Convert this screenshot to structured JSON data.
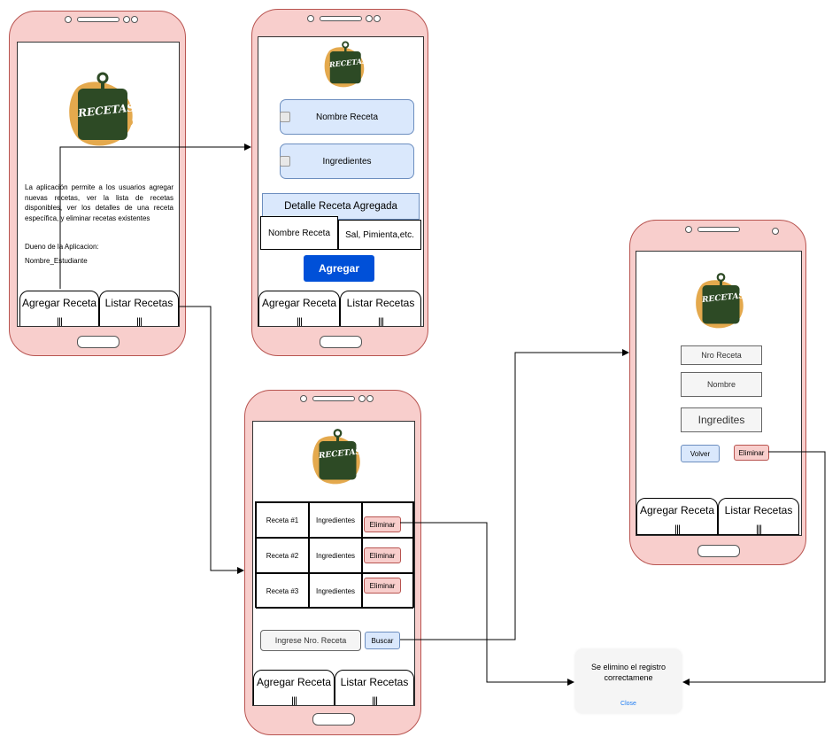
{
  "logo_text": "RECETAS",
  "nav": {
    "add": "Agregar Receta",
    "list": "Listar Recetas",
    "bars": "|||"
  },
  "screen1": {
    "description": "La aplicación permite a los usuarios agregar nuevas recetas, ver la lista de recetas disponibles, ver los detalles de una receta específica, y eliminar recetas existentes",
    "owner_label": "Dueno de la Aplicacion:",
    "owner_name": "Nombre_Estudiante"
  },
  "screen2": {
    "field_name": "Nombre Receta",
    "field_ingredients": "Ingredientes",
    "detail_header": "Detalle Receta Agregada",
    "detail_name": "Nombre Receta",
    "detail_ingredients": "Sal, Pimienta,etc.",
    "add_button": "Agregar"
  },
  "screen3": {
    "rows": [
      {
        "name": "Receta #1",
        "ingredients": "Ingredientes",
        "action": "Eliminar"
      },
      {
        "name": "Receta #2",
        "ingredients": "Ingredientes",
        "action": "Eliminar"
      },
      {
        "name": "Receta #3",
        "ingredients": "Ingredientes",
        "action": "Eliminar"
      }
    ],
    "search_placeholder": "Ingrese Nro. Receta",
    "search_button": "Buscar"
  },
  "screen4": {
    "nro": "Nro Receta",
    "name": "Nombre",
    "ingredients": "Ingredites",
    "back_button": "Volver",
    "delete_button": "Eliminar"
  },
  "toast": {
    "message": "Se elimino el registro correctamene",
    "close": "Close"
  },
  "colors": {
    "phone_fill": "#f8cecc",
    "phone_border": "#b85450",
    "field_blue": "#dae8fc",
    "primary_button": "#0050d8",
    "logo_green": "#2d4a25",
    "logo_orange": "#e4a94d"
  }
}
